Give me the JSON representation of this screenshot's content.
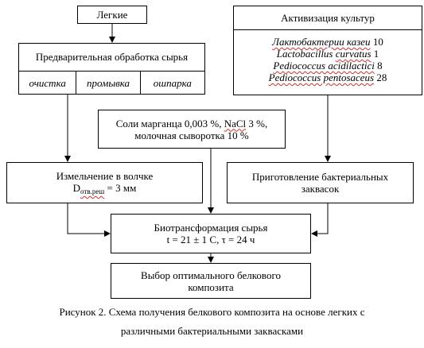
{
  "boxes": {
    "lungs": "Легкие",
    "pretreatment": {
      "title": "Предварительная обработка сырья",
      "steps": [
        "очистка",
        "промывка",
        "ошпарка"
      ]
    },
    "activation": {
      "title": "Активизация культур",
      "cultures": [
        {
          "name_pre": "",
          "name_sq": "Лактобактерии казеи",
          "name_post": "",
          "count": "10"
        },
        {
          "name_pre": "Lactobacillus ",
          "name_sq": "curvatus",
          "name_post": "",
          "count": "1"
        },
        {
          "name_pre": "",
          "name_sq": "Pediococcus acidilactici",
          "name_post": "",
          "count": "8"
        },
        {
          "name_pre": "",
          "name_sq": "Pediococcus pentosaceus",
          "name_post": "",
          "count": "28"
        }
      ]
    },
    "salts": {
      "line1_pre": "Соли марганца 0,003 %, ",
      "line1_sq": "NaCl",
      "line1_post": " 3 %,",
      "line2": "молочная сыворотка 10 %"
    },
    "grinding": {
      "line1": "Измельчение в волчке",
      "line2_d": "D",
      "line2_sub": "отв.реш",
      "line2_rest": " = 3 мм"
    },
    "starter": {
      "line1": "Приготовление бактериальных",
      "line2": "заквасок"
    },
    "biotransformation": {
      "line1": "Биотрансформация сырья",
      "line2": "t = 21 ± 1 С, τ = 24 ч"
    },
    "selection": {
      "line1": "Выбор оптимального белкового",
      "line2": "композита"
    }
  },
  "caption": {
    "line1": "Рисунок 2. Схема получения белкового композита на основе легких с",
    "line2": "различными бактериальными заквасками"
  }
}
